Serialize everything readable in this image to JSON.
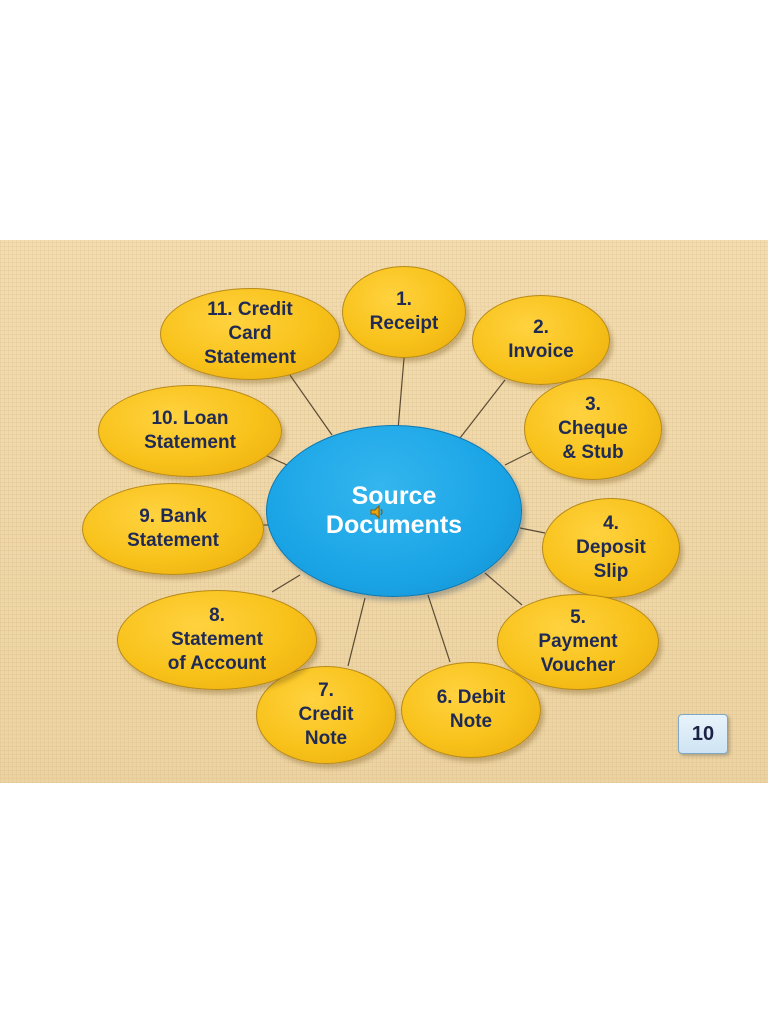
{
  "center": {
    "label": "Source\nDocuments"
  },
  "documents": [
    {
      "label": "1.\nReceipt"
    },
    {
      "label": "2.\nInvoice"
    },
    {
      "label": "3.\nCheque\n& Stub"
    },
    {
      "label": "4.\nDeposit\nSlip"
    },
    {
      "label": "5.\nPayment\nVoucher"
    },
    {
      "label": "6. Debit\nNote"
    },
    {
      "label": "7.\nCredit\nNote"
    },
    {
      "label": "8.\nStatement\nof Account"
    },
    {
      "label": "9. Bank\nStatement"
    },
    {
      "label": "10. Loan\nStatement"
    },
    {
      "label": "11. Credit\nCard\nStatement"
    }
  ],
  "slide_number": "10",
  "colors": {
    "background": "#efd7a8",
    "node_fill": "#f8c21a",
    "center_fill": "#1aa4e6",
    "label_text": "#1f2a55",
    "connector": "#5a4a35"
  },
  "icons": {
    "center_overlay": "speaker-icon"
  }
}
